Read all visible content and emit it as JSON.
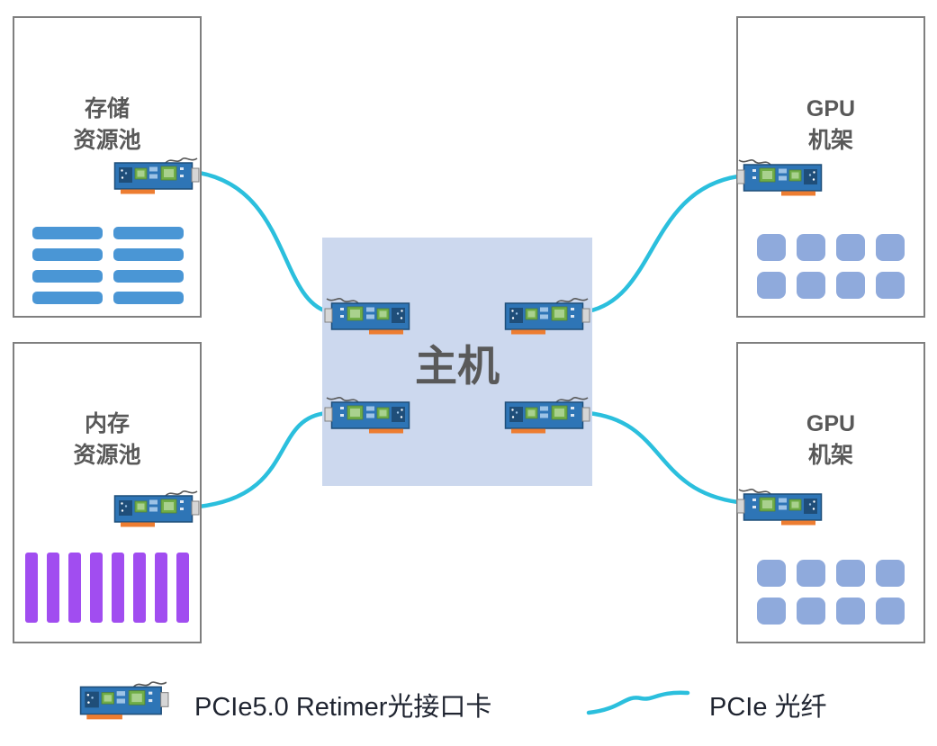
{
  "nodes": {
    "storage": {
      "label": [
        "存储",
        "资源池"
      ]
    },
    "memory": {
      "label": [
        "内存",
        "资源池"
      ]
    },
    "gpu_top": {
      "label": [
        "GPU",
        "机架"
      ]
    },
    "gpu_bottom": {
      "label": [
        "GPU",
        "机架"
      ]
    },
    "host": {
      "label": "主机"
    }
  },
  "legend": {
    "retimer": "PCIe5.0 Retimer光接口卡",
    "fiber": "PCIe 光纤"
  },
  "icons": {
    "retimer_card": "retimer-card-icon",
    "fiber_line": "fiber-line-icon"
  },
  "colors": {
    "fiber": "#2bbfdd",
    "host_fill": "#ccd8ee",
    "storage_bar": "#4a96d5",
    "memory_bar": "#a14df0",
    "gpu_cell": "#8faadc",
    "box_border": "#7f7f7f",
    "label_text": "#595959",
    "legend_text": "#1f2430"
  }
}
